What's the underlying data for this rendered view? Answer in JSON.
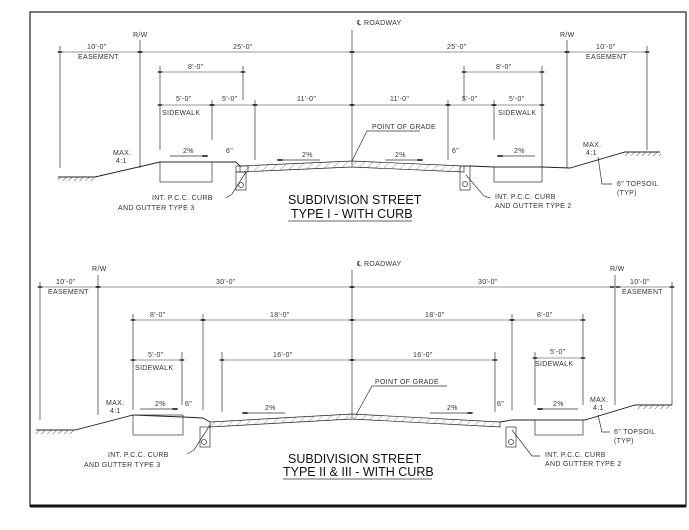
{
  "sections": [
    {
      "title": "SUBDIVISION STREET",
      "subtitle": "TYPE I -  WITH CURB",
      "centerline": "℄ ROADWAY",
      "rw_left": "R/W",
      "rw_right": "R/W",
      "easement_left": {
        "dim": "10'-0\"",
        "label": "EASEMENT"
      },
      "easement_right": {
        "dim": "10'-0\"",
        "label": "EASEMENT"
      },
      "half_row_left": "25'-0\"",
      "half_row_right": "25'-0\"",
      "back_left": "8'-0\"",
      "back_right": "8'-0\"",
      "sidewalk_left": {
        "dim": "5'-0\"",
        "label": "SIDEWALK"
      },
      "parkway_left": "5'-0\"",
      "lane_left": "11'-0\"",
      "lane_right": "11'-0\"",
      "parkway_right": "5'-0\"",
      "sidewalk_right": {
        "dim": "5'-0\"",
        "label": "SIDEWALK"
      },
      "slope_sidewalk_left": "2%",
      "curb_left": "6\"",
      "slope_road_left": "2%",
      "slope_road_right": "2%",
      "curb_right": "6\"",
      "slope_sidewalk_right": "2%",
      "max_slope_left": [
        "MAX.",
        "4:1"
      ],
      "max_slope_right": [
        "MAX.",
        "4:1"
      ],
      "point_of_grade": "POINT OF GRADE",
      "curb_note_left": [
        "INT. P.C.C. CURB",
        "AND GUTTER TYPE 3"
      ],
      "curb_note_right": [
        "INT. P.C.C. CURB",
        "AND GUTTER TYPE 2"
      ],
      "topsoil": [
        "6\" TOPSOIL",
        "(TYP)"
      ]
    },
    {
      "title": "SUBDIVISION STREET",
      "subtitle": "TYPE II & III -  WITH CURB",
      "centerline": "℄ ROADWAY",
      "rw_left": "R/W",
      "rw_right": "R/W",
      "easement_left": {
        "dim": "10'-0\"",
        "label": "EASEMENT"
      },
      "easement_right": {
        "dim": "10'-0\"",
        "label": "EASEMENT"
      },
      "half_row_left": "30'-0\"",
      "half_row_right": "30'-0\"",
      "back_left": "8'-0\"",
      "back_right": "8'-0\"",
      "curb_to_cl_left": "18'-0\"",
      "curb_to_cl_right": "18'-0\"",
      "sidewalk_left": {
        "dim": "5'-0\"",
        "label": "SIDEWALK"
      },
      "lane_left": "16'-0\"",
      "lane_right": "16'-0\"",
      "sidewalk_right": {
        "dim": "5'-0\"",
        "label": "SIDEWALK"
      },
      "slope_sidewalk_left": "2%",
      "curb_left": "6\"",
      "slope_road_left": "2%",
      "slope_road_right": "2%",
      "curb_right": "6\"",
      "slope_sidewalk_right": "2%",
      "max_slope_left": [
        "MAX.",
        "4:1"
      ],
      "max_slope_right": [
        "MAX.",
        "4:1"
      ],
      "point_of_grade": "POINT OF GRADE",
      "curb_note_left": [
        "INT. P.C.C. CURB",
        "AND GUTTER TYPE 3"
      ],
      "curb_note_right": [
        "INT. P.C.C. CURB",
        "AND GUTTER TYPE 2"
      ],
      "topsoil": [
        "6\" TOPSOIL",
        "(TYP)"
      ]
    }
  ]
}
